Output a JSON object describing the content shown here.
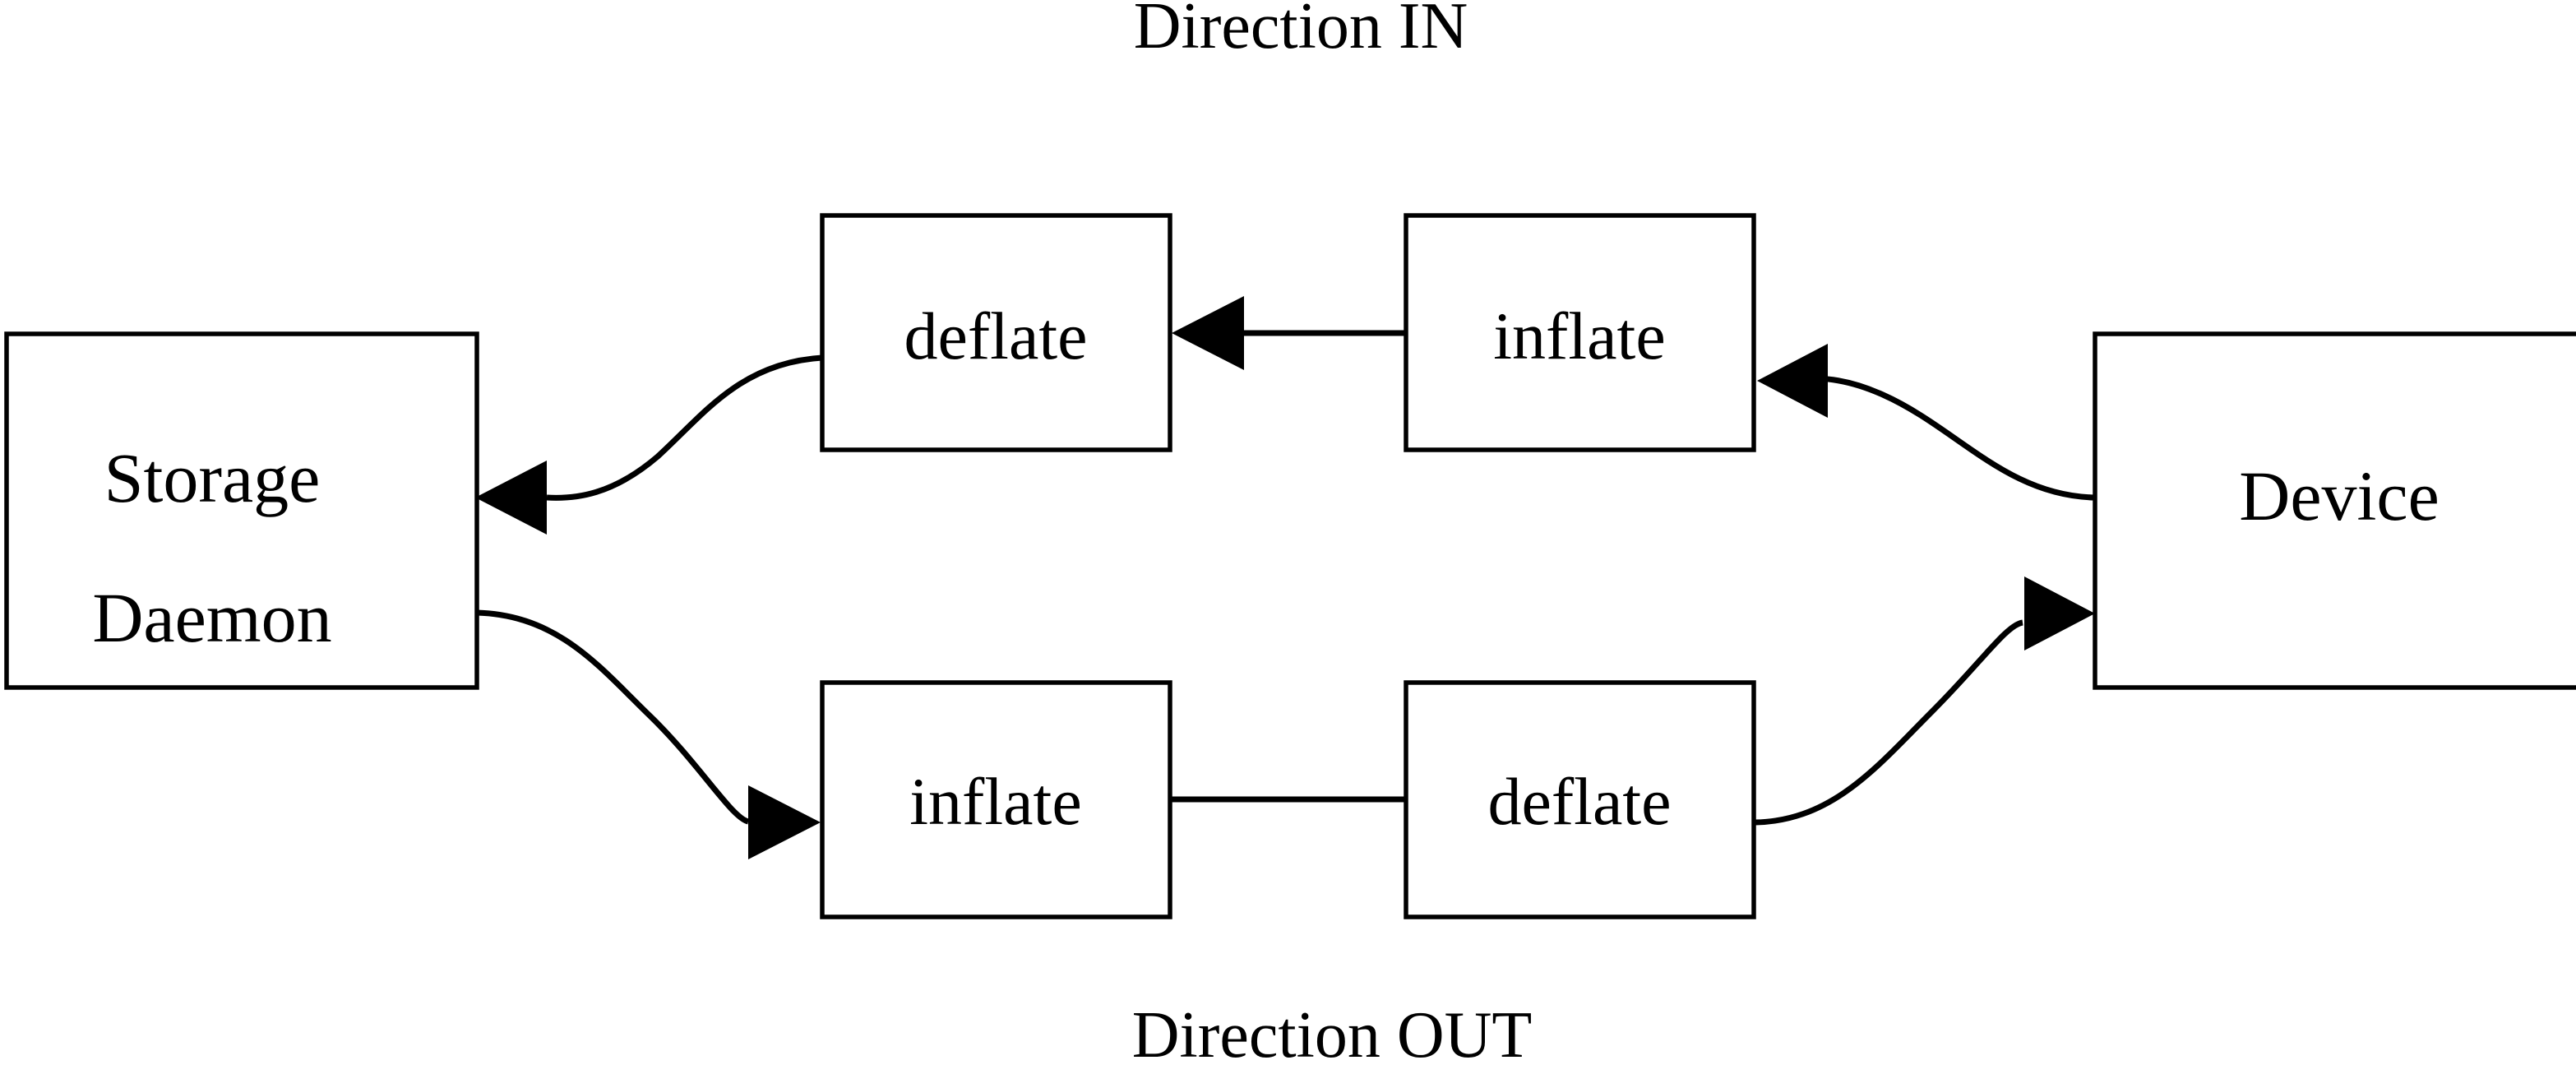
{
  "diagram": {
    "title_top": "Direction IN",
    "title_bottom": "Direction OUT",
    "nodes": {
      "storage_daemon_line1": "Storage",
      "storage_daemon_line2": "Daemon",
      "deflate_in": "deflate",
      "inflate_in": "inflate",
      "inflate_out": "inflate",
      "deflate_out": "deflate",
      "device": "Device"
    },
    "colors": {
      "stroke": "#000000",
      "fill": "#ffffff",
      "background": "#ffffff"
    },
    "edges": [
      {
        "name": "device-to-inflate-in",
        "from": "Device",
        "to": "inflate",
        "direction": "left",
        "row": "IN"
      },
      {
        "name": "inflate-in-to-deflate-in",
        "from": "inflate",
        "to": "deflate",
        "direction": "left",
        "row": "IN"
      },
      {
        "name": "deflate-in-to-storage-daemon",
        "from": "deflate",
        "to": "Storage Daemon",
        "direction": "left",
        "row": "IN"
      },
      {
        "name": "storage-daemon-to-inflate-out",
        "from": "Storage Daemon",
        "to": "inflate",
        "direction": "right",
        "row": "OUT"
      },
      {
        "name": "inflate-out-to-deflate-out",
        "from": "inflate",
        "to": "deflate",
        "direction": "right",
        "row": "OUT"
      },
      {
        "name": "deflate-out-to-device",
        "from": "deflate",
        "to": "Device",
        "direction": "right",
        "row": "OUT"
      }
    ]
  }
}
